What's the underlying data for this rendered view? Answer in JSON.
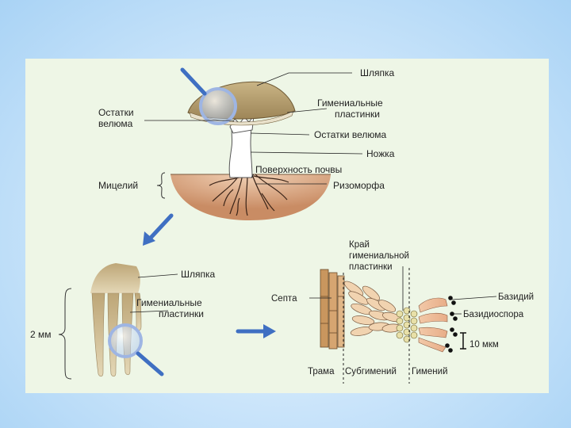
{
  "top_labels": {
    "cap": "Шляпка",
    "gills_l1": "Гимениальные",
    "gills_l2": "пластинки",
    "veil_right": "Остатки велюма",
    "stem": "Ножка",
    "soil": "Поверхность почвы",
    "rhizomorph": "Ризоморфа",
    "veil_left_l1": "Остатки",
    "veil_left_l2": "велюма",
    "mycelium": "Мицелий"
  },
  "gill_labels": {
    "cap": "Шляпка",
    "plates_l1": "Гимениальные",
    "plates_l2": "пластинки",
    "scale": "2 мм"
  },
  "micro_labels": {
    "edge_l1": "Край",
    "edge_l2": "гимениальной",
    "edge_l3": "пластинки",
    "septum": "Септа",
    "basidium": "Базидий",
    "basidiospore": "Базидиоспора",
    "scale": "10 мкм",
    "trama": "Трама",
    "subhymenium": "Субгимений",
    "hymenium": "Гимений"
  },
  "colors": {
    "cap": "#b8a275",
    "soil": "#d9a27a",
    "arrow": "#3f6fc2"
  }
}
